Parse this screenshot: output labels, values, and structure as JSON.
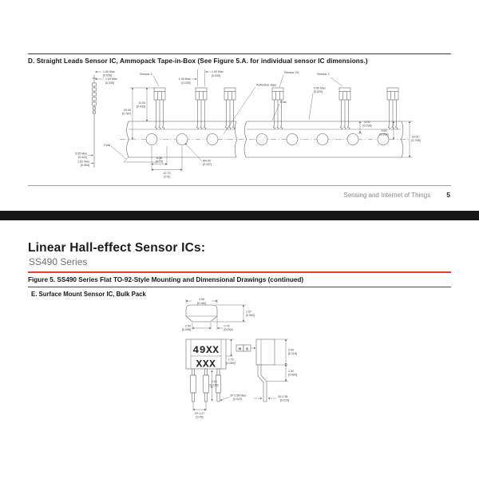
{
  "doc": {
    "section_d_heading": "D. Straight Leads Sensor IC, Ammopack Tape-in-Box (See Figure 5.A. for individual sensor IC dimensions.)",
    "footer": {
      "text": "Sensing and Internet of Things",
      "page": "5"
    },
    "title": "Linear Hall-effect Sensor ICs:",
    "subtitle": "SS490 Series",
    "figure_caption": "Figure 5. SS490 Series Flat TO-92-Style Mounting and Dimensional Drawings (continued)",
    "section_e_heading": "E. Surface Mount Sensor IC, Bulk Pack"
  },
  "drawing_d": {
    "labels": {
      "sensor1_left": "Sensor 1",
      "sensor24": "Sensor 24",
      "sensor1_right": "Sensor 1",
      "adhesive_tape": "Adhesive tape",
      "fold_left": "Fold",
      "fold_right": "Fold"
    },
    "dims": {
      "side_a": {
        "mm": "1.00 Max",
        "in": "[0.039]"
      },
      "side_b": {
        "mm": "1.00 Max",
        "in": "[0.039]"
      },
      "top_a": {
        "mm": "1.00 Max",
        "in": "[0.039]"
      },
      "top_b": {
        "mm": "1.00 Max",
        "in": "[0.039]"
      },
      "tape_gap": {
        "mm": "0.50 Max",
        "in": "[0.020]"
      },
      "sensor_to_tape": {
        "mm": "11.00",
        "in": "[0.433]"
      },
      "sensor_to_center": {
        "mm": "20.00",
        "in": "[0.787]"
      },
      "lead_thk": {
        "mm": "0.55 Max",
        "in": "[0.022]"
      },
      "stack_thk": {
        "mm": "1.62 Max",
        "in": "[0.064]"
      },
      "hole_offset": {
        "mm": "6.35",
        "in": "[0.25]"
      },
      "hole_pitch": {
        "mm": "12.70",
        "in": "[0.5]"
      },
      "hole_dia": {
        "mm": "Ø4.00",
        "in": "[0.157]"
      },
      "edge_a": {
        "mm": "6.00",
        "in": "[0.236]"
      },
      "edge_b": {
        "mm": "9.00",
        "in": "[0.354]"
      },
      "tape_width": {
        "mm": "18.00",
        "in": "[0.708]"
      }
    }
  },
  "drawing_e": {
    "marking": {
      "line1": "49XX",
      "line2": "XXX"
    },
    "datums": {
      "h": "H",
      "s": "S",
      "d": "D"
    },
    "dims": {
      "body_width": {
        "mm": "4.06",
        "in": "[0.160]"
      },
      "body_depth": {
        "mm": "1.57",
        "in": "[0.062]"
      },
      "base_width": {
        "mm": "2.50",
        "in": "[0.098]"
      },
      "chamfer": {
        "mm": "0.76",
        "in": "[0.030]"
      },
      "shoulder": {
        "mm": "1.76",
        "in": "[0.069]"
      },
      "lead_len": {
        "mm": "3.18",
        "in": "[0.125]"
      },
      "lead_w": {
        "mm": "3X 0.58 Max.",
        "in": "[0.022]"
      },
      "pitch": {
        "mm": "2X 1.27",
        "in": "[0.05]"
      },
      "height": {
        "mm": "3.00",
        "in": "[0.118]"
      },
      "standoff": {
        "mm": "1.52",
        "in": "[0.060]"
      },
      "lead_thk": {
        "mm": "3X 0.38",
        "in": "[0.015]"
      }
    }
  },
  "colors": {
    "accent_red": "#EE3C2E",
    "divider_black": "#161718",
    "footer_grey": "#85888A",
    "line_grey": "#595A5E",
    "ink": "#151617"
  }
}
